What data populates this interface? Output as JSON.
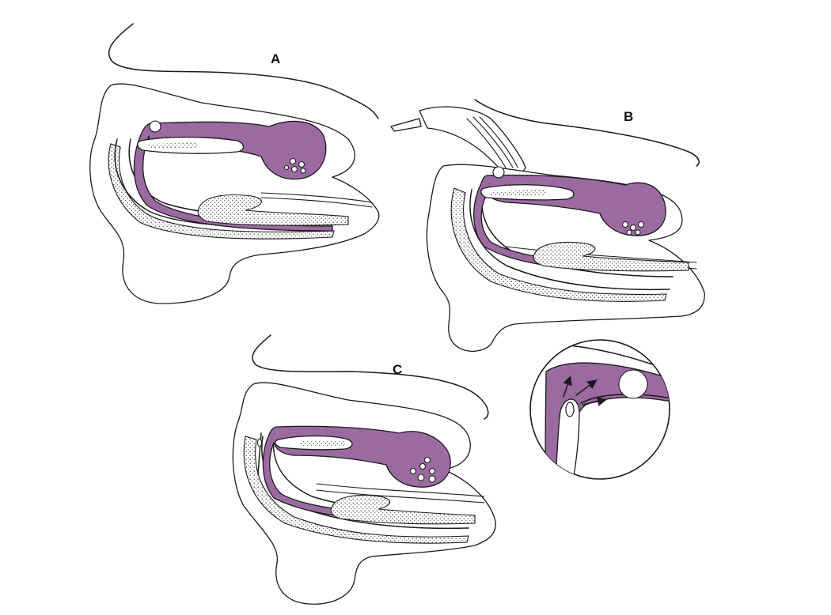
{
  "panels": [
    {
      "id": "A",
      "label": "A"
    },
    {
      "id": "B",
      "label": "B"
    },
    {
      "id": "C",
      "label": "C"
    }
  ],
  "colors": {
    "lumen": "#9a6aa0",
    "ink": "#1a1a1a",
    "background": "#ffffff"
  },
  "icons": {
    "arrow": "arrow-icon",
    "finger": "finger-icon",
    "stone": "calculus-icon"
  }
}
